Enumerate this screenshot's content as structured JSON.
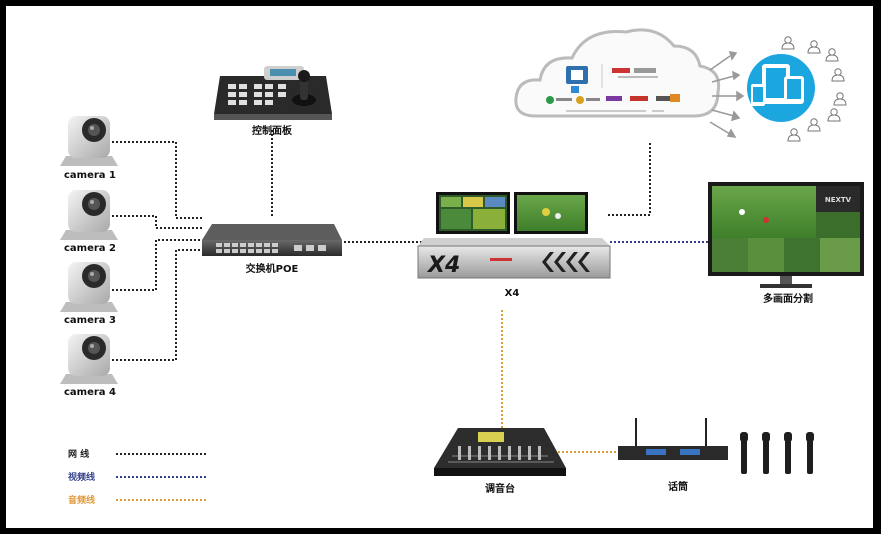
{
  "labels": {
    "control_panel": "控制面板",
    "switch": "交换机POE",
    "x4": "X4",
    "x4_front": "X4",
    "multiview": "多画面分割",
    "mixer": "调音台",
    "microphone": "话筒",
    "cameras": [
      "camera 1",
      "camera 2",
      "camera 3",
      "camera 4"
    ],
    "monitor_text": "NEXTV"
  },
  "legend": [
    {
      "label": "网   线",
      "color": "#222222"
    },
    {
      "label": "视频线",
      "color": "#34428a"
    },
    {
      "label": "音频线",
      "color": "#e09a3a"
    }
  ],
  "colors": {
    "network": "#222222",
    "video": "#34428a",
    "audio": "#e09a3a",
    "cloud_border": "#bbbbbb",
    "tablet_blue": "#1ba6e0"
  }
}
